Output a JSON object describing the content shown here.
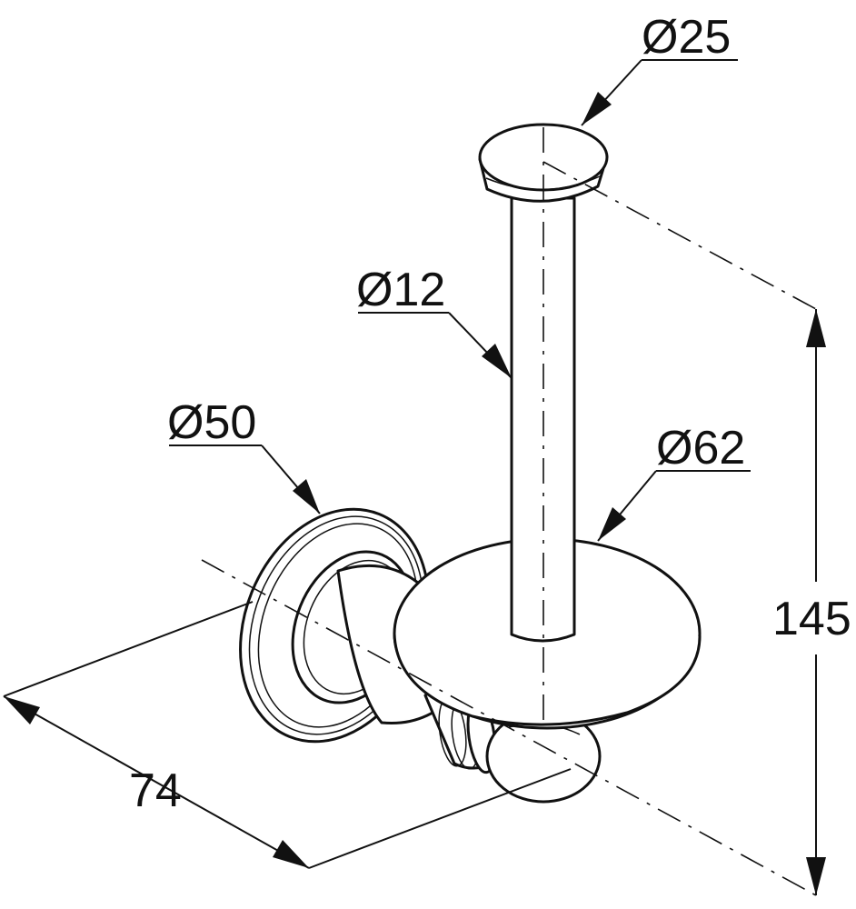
{
  "dimensions": {
    "top_cap_diameter": "Ø25",
    "rod_diameter": "Ø12",
    "base_diameter": "Ø50",
    "plate_diameter": "Ø62",
    "height": "145",
    "depth": "74"
  },
  "colors": {
    "line": "#111111",
    "background": "#ffffff"
  }
}
